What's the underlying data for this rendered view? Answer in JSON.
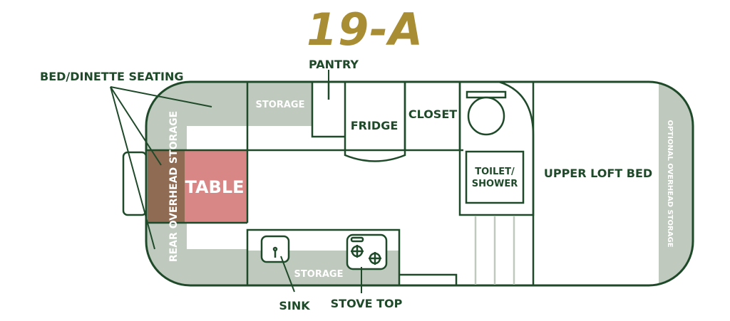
{
  "title": "19-A",
  "colors": {
    "outline": "#1f4a2a",
    "fill": "#bfc9bd",
    "table": "#d98686",
    "table_edge": "#8f6b54",
    "title": "#a88d35",
    "label": "#1f4a2a",
    "inner_label": "#ffffff"
  },
  "labels": {
    "bed_dinette": "BED/DINETTE SEATING",
    "pantry": "PANTRY",
    "storage_top": "STORAGE",
    "fridge": "FRIDGE",
    "closet": "CLOSET",
    "toilet_line1": "TOILET/",
    "toilet_line2": "SHOWER",
    "upper_loft": "UPPER LOFT BED",
    "optional_storage": "OPTIONAL OVERHEAD STORAGE",
    "rear_storage": "REAR OVERHEAD STORAGE",
    "table": "TABLE",
    "storage_bottom": "STORAGE",
    "sink": "SINK",
    "stove": "STOVE TOP"
  }
}
